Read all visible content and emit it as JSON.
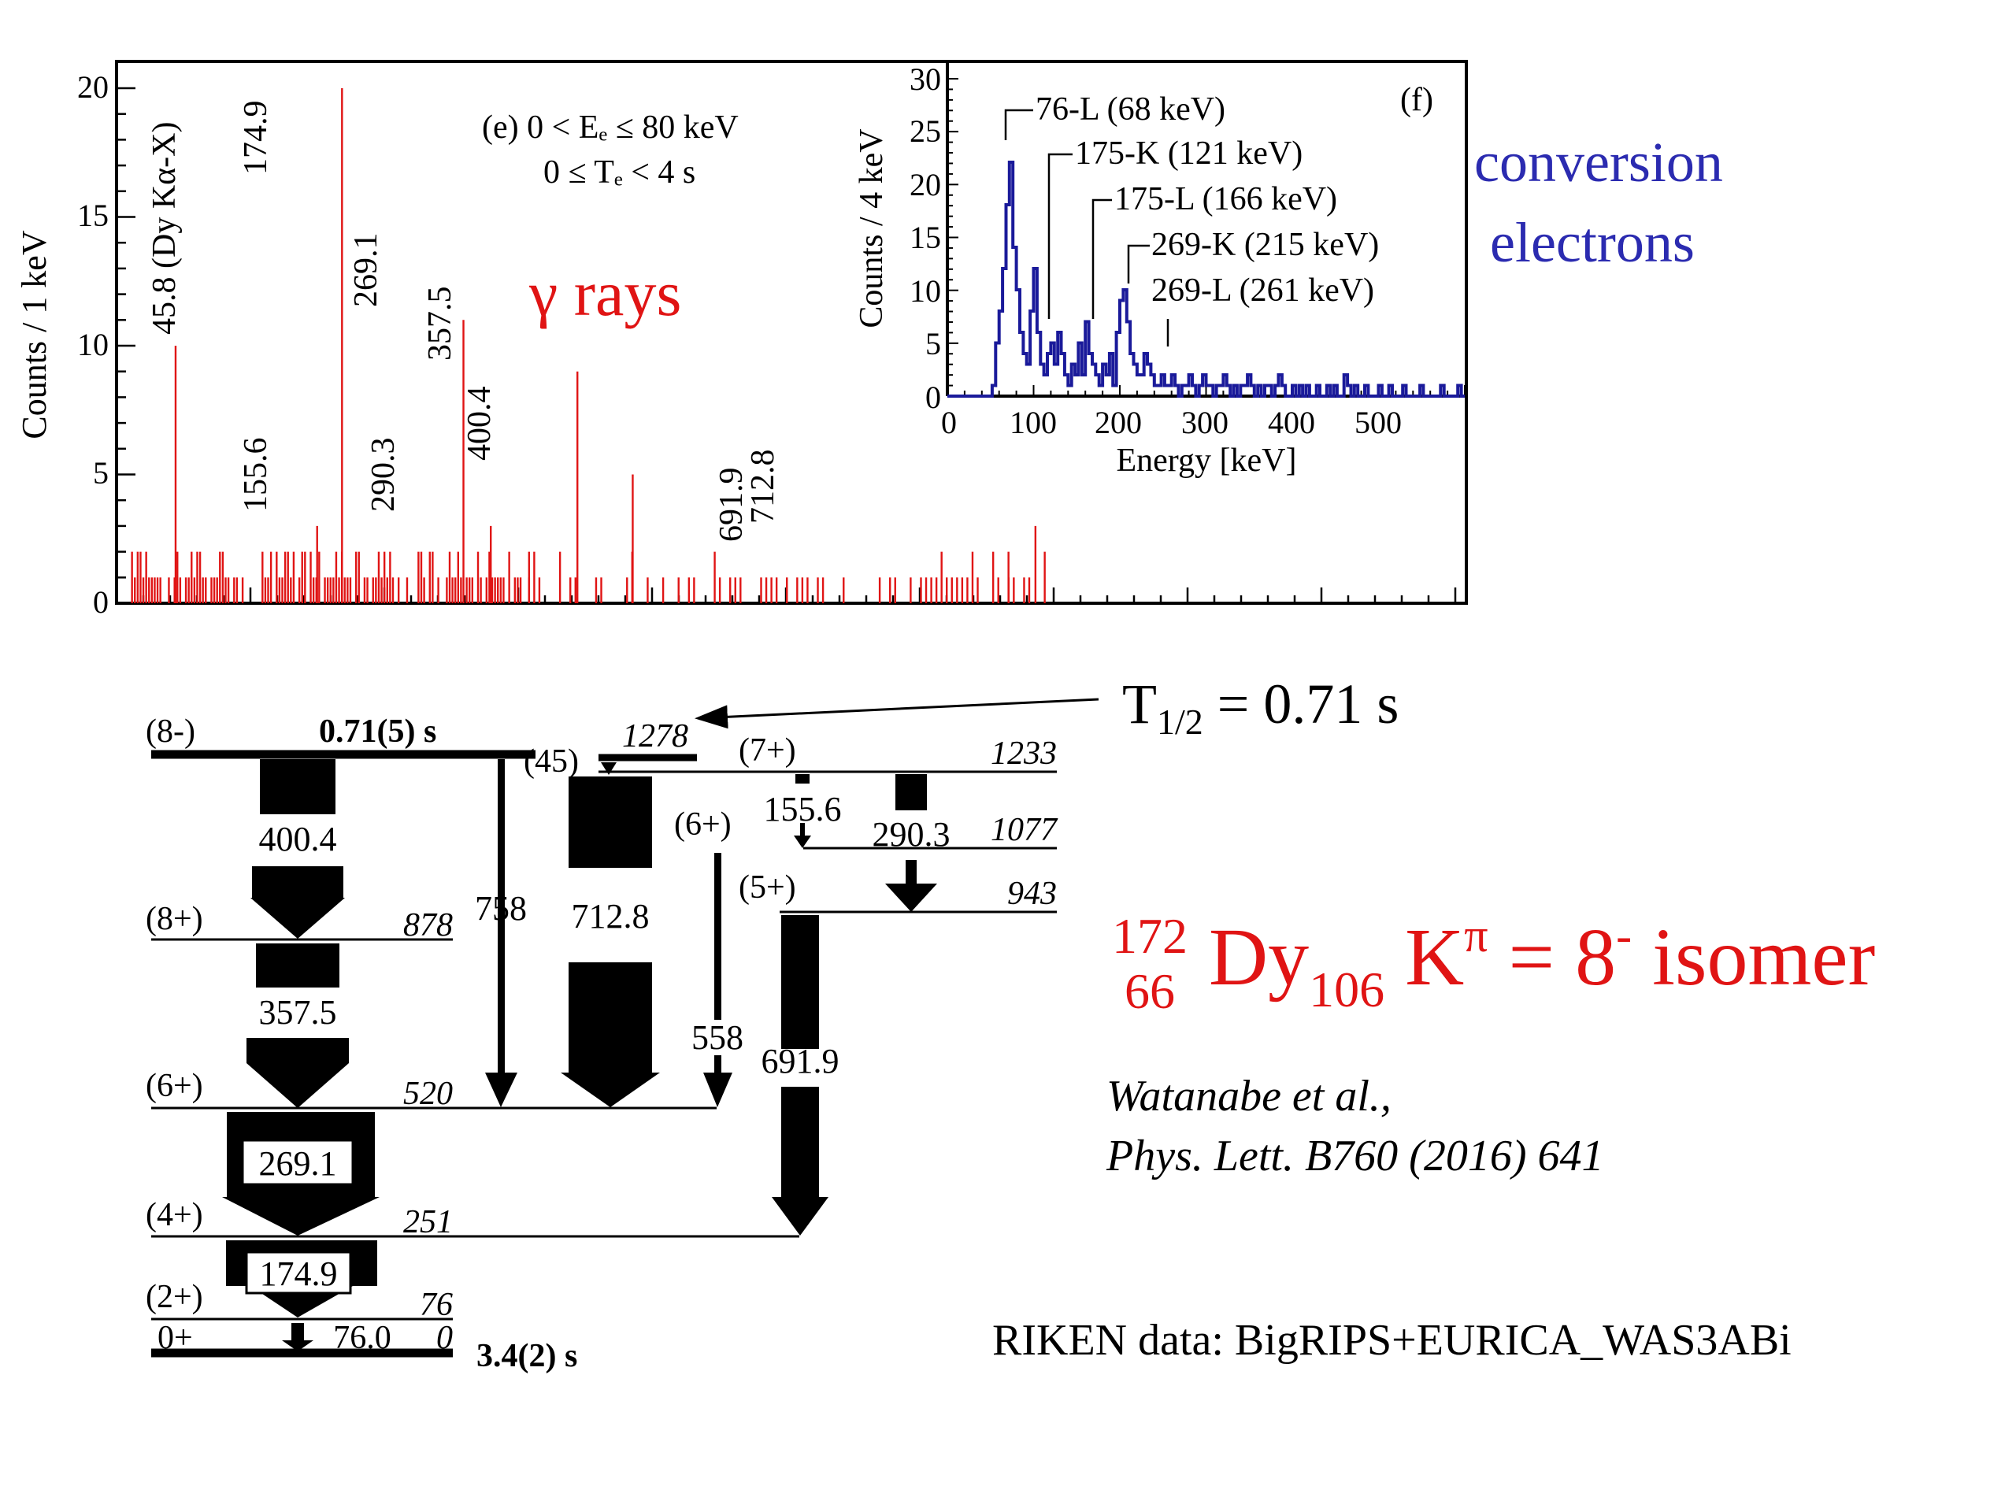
{
  "spectrum": {
    "panel_label": "(e) 0 < Eₑ ≤ 80 keV",
    "panel_condition": "0 ≤ Tₑ < 4 s",
    "ylabel": "Counts / 1 keV",
    "yticks": [
      "0",
      "5",
      "10",
      "15",
      "20"
    ],
    "overlay_label": "γ rays",
    "peak_labels": [
      "45.8 (Dy Kα-X)",
      "174.9",
      "155.6",
      "269.1",
      "290.3",
      "357.5",
      "400.4",
      "691.9",
      "712.8"
    ],
    "colors": {
      "hist": "#e01414"
    }
  },
  "chart_data": {
    "type": "bar",
    "title": "(e) 0 < Eₑ ≤ 80 keV",
    "ylabel": "Counts / 1 keV",
    "ylim": [
      0,
      20
    ],
    "peaks": [
      {
        "x": 45.8,
        "y": 10
      },
      {
        "x": 155.6,
        "y": 3
      },
      {
        "x": 174.9,
        "y": 20
      },
      {
        "x": 269.1,
        "y": 11
      },
      {
        "x": 290.3,
        "y": 3
      },
      {
        "x": 357.5,
        "y": 9
      },
      {
        "x": 400.4,
        "y": 5
      },
      {
        "x": 691.9,
        "y": 2
      },
      {
        "x": 712.8,
        "y": 3
      }
    ]
  },
  "inset": {
    "panel_label": "(f)",
    "ylabel": "Counts / 4 keV",
    "xlabel": "Energy [keV]",
    "xticks": [
      "0",
      "100",
      "200",
      "300",
      "400",
      "500"
    ],
    "yticks": [
      "0",
      "5",
      "10",
      "15",
      "20",
      "25",
      "30"
    ],
    "lines": [
      "76-L (68 keV)",
      "175-K (121 keV)",
      "175-L (166 keV)",
      "269-K (215 keV)",
      "269-L (261 keV)"
    ],
    "overlay_label": [
      "conversion",
      "electrons"
    ],
    "colors": {
      "hist": "#1a1a9a",
      "label": "#2b2bb0"
    }
  },
  "level_scheme": {
    "levels": {
      "l0": {
        "spin": "0+",
        "energy": "0",
        "halflife": "3.4(2) s"
      },
      "l76": {
        "spin": "(2+)",
        "energy": "76"
      },
      "l251": {
        "spin": "(4+)",
        "energy": "251"
      },
      "l520": {
        "spin": "(6+)",
        "energy": "520"
      },
      "l878": {
        "spin": "(8+)",
        "energy": "878"
      },
      "l1278": {
        "spin": "(8-)",
        "energy": "1278",
        "halflife": "0.71(5) s"
      },
      "l1233": {
        "spin": "(7+)",
        "energy": "1233"
      },
      "l1077": {
        "spin": "(6+)",
        "energy": "1077"
      },
      "l943": {
        "spin": "(5+)",
        "energy": "943"
      },
      "l45": {
        "label": "(45)"
      }
    },
    "gammas": {
      "g400": "400.4",
      "g357": "357.5",
      "g269": "269.1",
      "g175": "174.9",
      "g76": "76.0",
      "g758": "758",
      "g712": "712.8",
      "g558": "558",
      "g155": "155.6",
      "g290": "290.3",
      "g691": "691.9"
    },
    "halflife_callout": {
      "main": "T",
      "sub": "1/2",
      "rest": " = 0.71 s"
    }
  },
  "headline": {
    "mass": "172",
    "z": "66",
    "element": "Dy",
    "n": "106",
    "k": " K",
    "pi": "π",
    "eq": " = 8",
    "minus": "-",
    "tail": " isomer",
    "color": "#e01414"
  },
  "reference": {
    "authors": "Watanabe et al.,",
    "journal": "Phys. Lett. B760 (2016) 641"
  },
  "footer": "RIKEN data: BigRIPS+EURICA_WAS3ABi"
}
